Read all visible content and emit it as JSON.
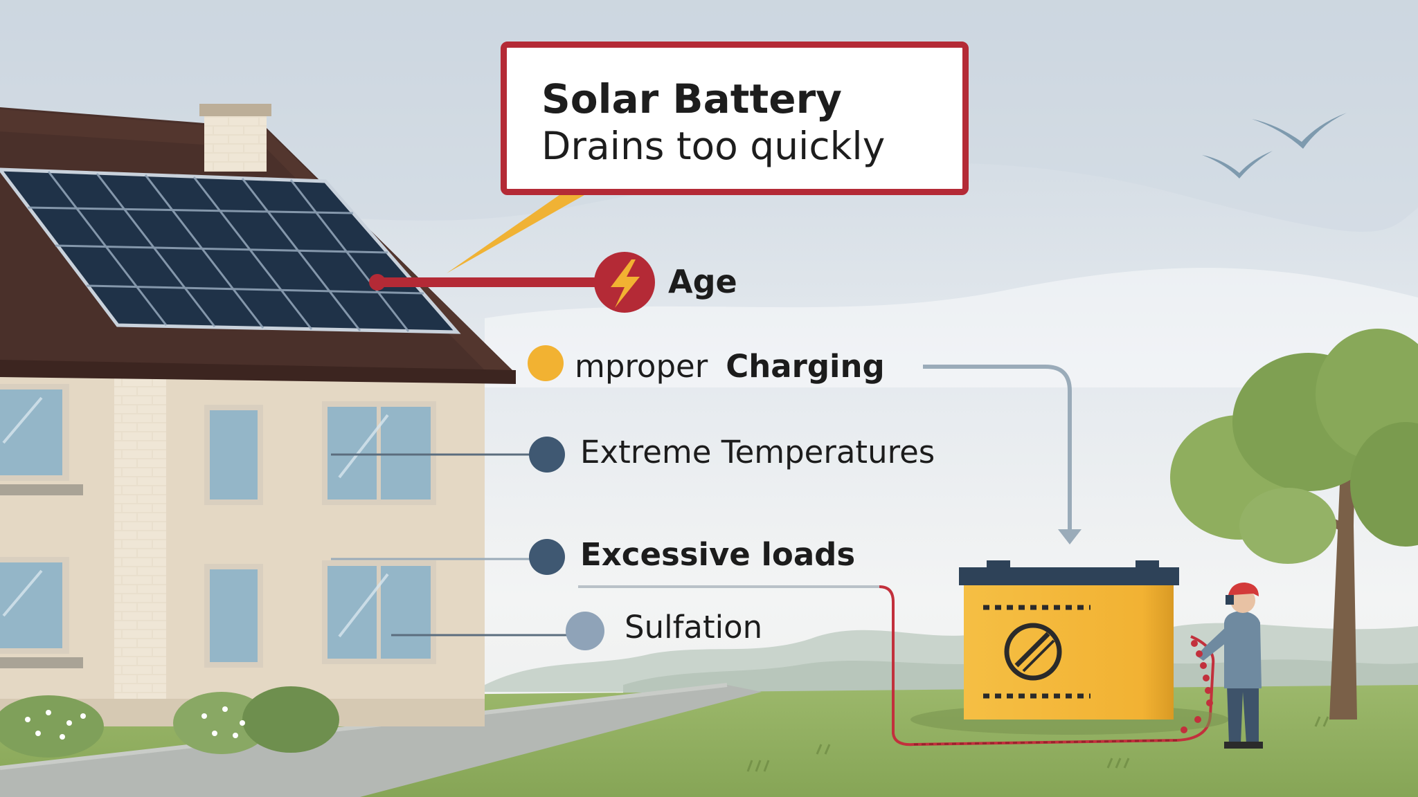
{
  "callout": {
    "title": "Solar Battery",
    "subtitle": "Drains too quickly"
  },
  "causes": [
    {
      "label": "Age",
      "marker": "lightning-bolt-icon",
      "color": "#b42a36"
    },
    {
      "label_part1": "mproper",
      "label_part2": "Charging",
      "color": "#f2b232"
    },
    {
      "label": "Extreme Temperatures",
      "color": "#3f5872"
    },
    {
      "label": "Excessive loads",
      "color": "#3f5872"
    },
    {
      "label": "Sulfation",
      "color": "#8fa3b8"
    }
  ],
  "colors": {
    "accent_red": "#b42a36",
    "bolt_yellow": "#f2b232",
    "battery_yellow": "#f4b83a",
    "navy": "#2e4258",
    "grass": "#8fae5e",
    "sky": "#dde4ea",
    "house_wall": "#e4d8c4"
  },
  "icons": [
    "lightning-bolt-icon",
    "bird-icon",
    "no-symbol-icon"
  ]
}
